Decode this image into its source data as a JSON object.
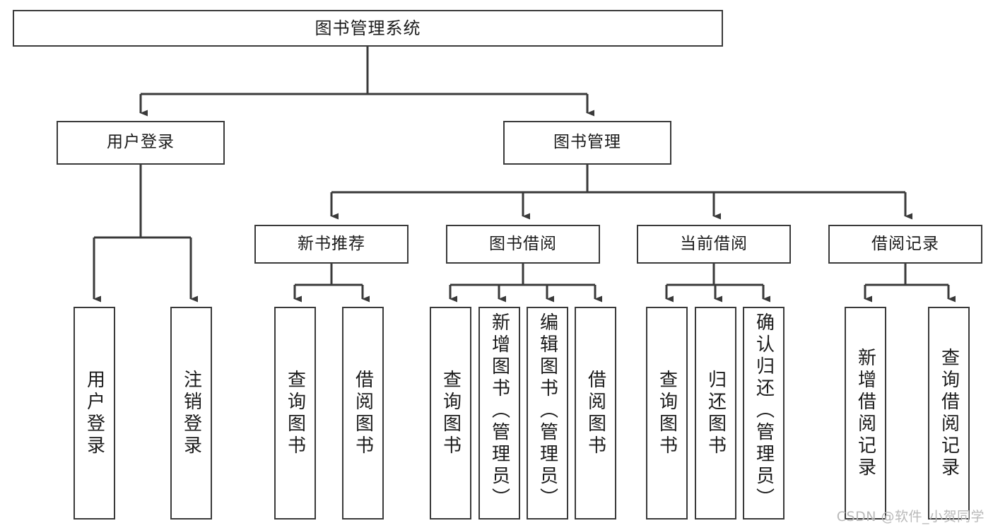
{
  "diagram": {
    "title": "图书管理系统",
    "watermark": "CSDN @软件_小贺同学",
    "colors": {
      "background": "#ffffff",
      "border": "#3a3a3a",
      "connector": "#3a3a3a",
      "text": "#1b1b1b",
      "watermark": "#b9b9b9"
    },
    "levels": {
      "root": {
        "label": "图书管理系统"
      },
      "modules": [
        {
          "label": "用户登录"
        },
        {
          "label": "图书管理"
        }
      ],
      "submodules": [
        {
          "label": "新书推荐"
        },
        {
          "label": "图书借阅"
        },
        {
          "label": "当前借阅"
        },
        {
          "label": "借阅记录"
        }
      ],
      "leaves": [
        {
          "label": "用户登录",
          "parent": "用户登录"
        },
        {
          "label": "注销登录",
          "parent": "用户登录"
        },
        {
          "label": "查询图书",
          "parent": "新书推荐"
        },
        {
          "label": "借阅图书",
          "parent": "新书推荐"
        },
        {
          "label": "查询图书",
          "parent": "图书借阅"
        },
        {
          "label": "新增图书（管理员）",
          "parent": "图书借阅"
        },
        {
          "label": "编辑图书（管理员）",
          "parent": "图书借阅"
        },
        {
          "label": "借阅图书",
          "parent": "图书借阅"
        },
        {
          "label": "查询图书",
          "parent": "当前借阅"
        },
        {
          "label": "归还图书",
          "parent": "当前借阅"
        },
        {
          "label": "确认归还（管理员）",
          "parent": "当前借阅"
        },
        {
          "label": "新增借阅记录",
          "parent": "借阅记录"
        },
        {
          "label": "查询借阅记录",
          "parent": "借阅记录"
        }
      ]
    }
  }
}
